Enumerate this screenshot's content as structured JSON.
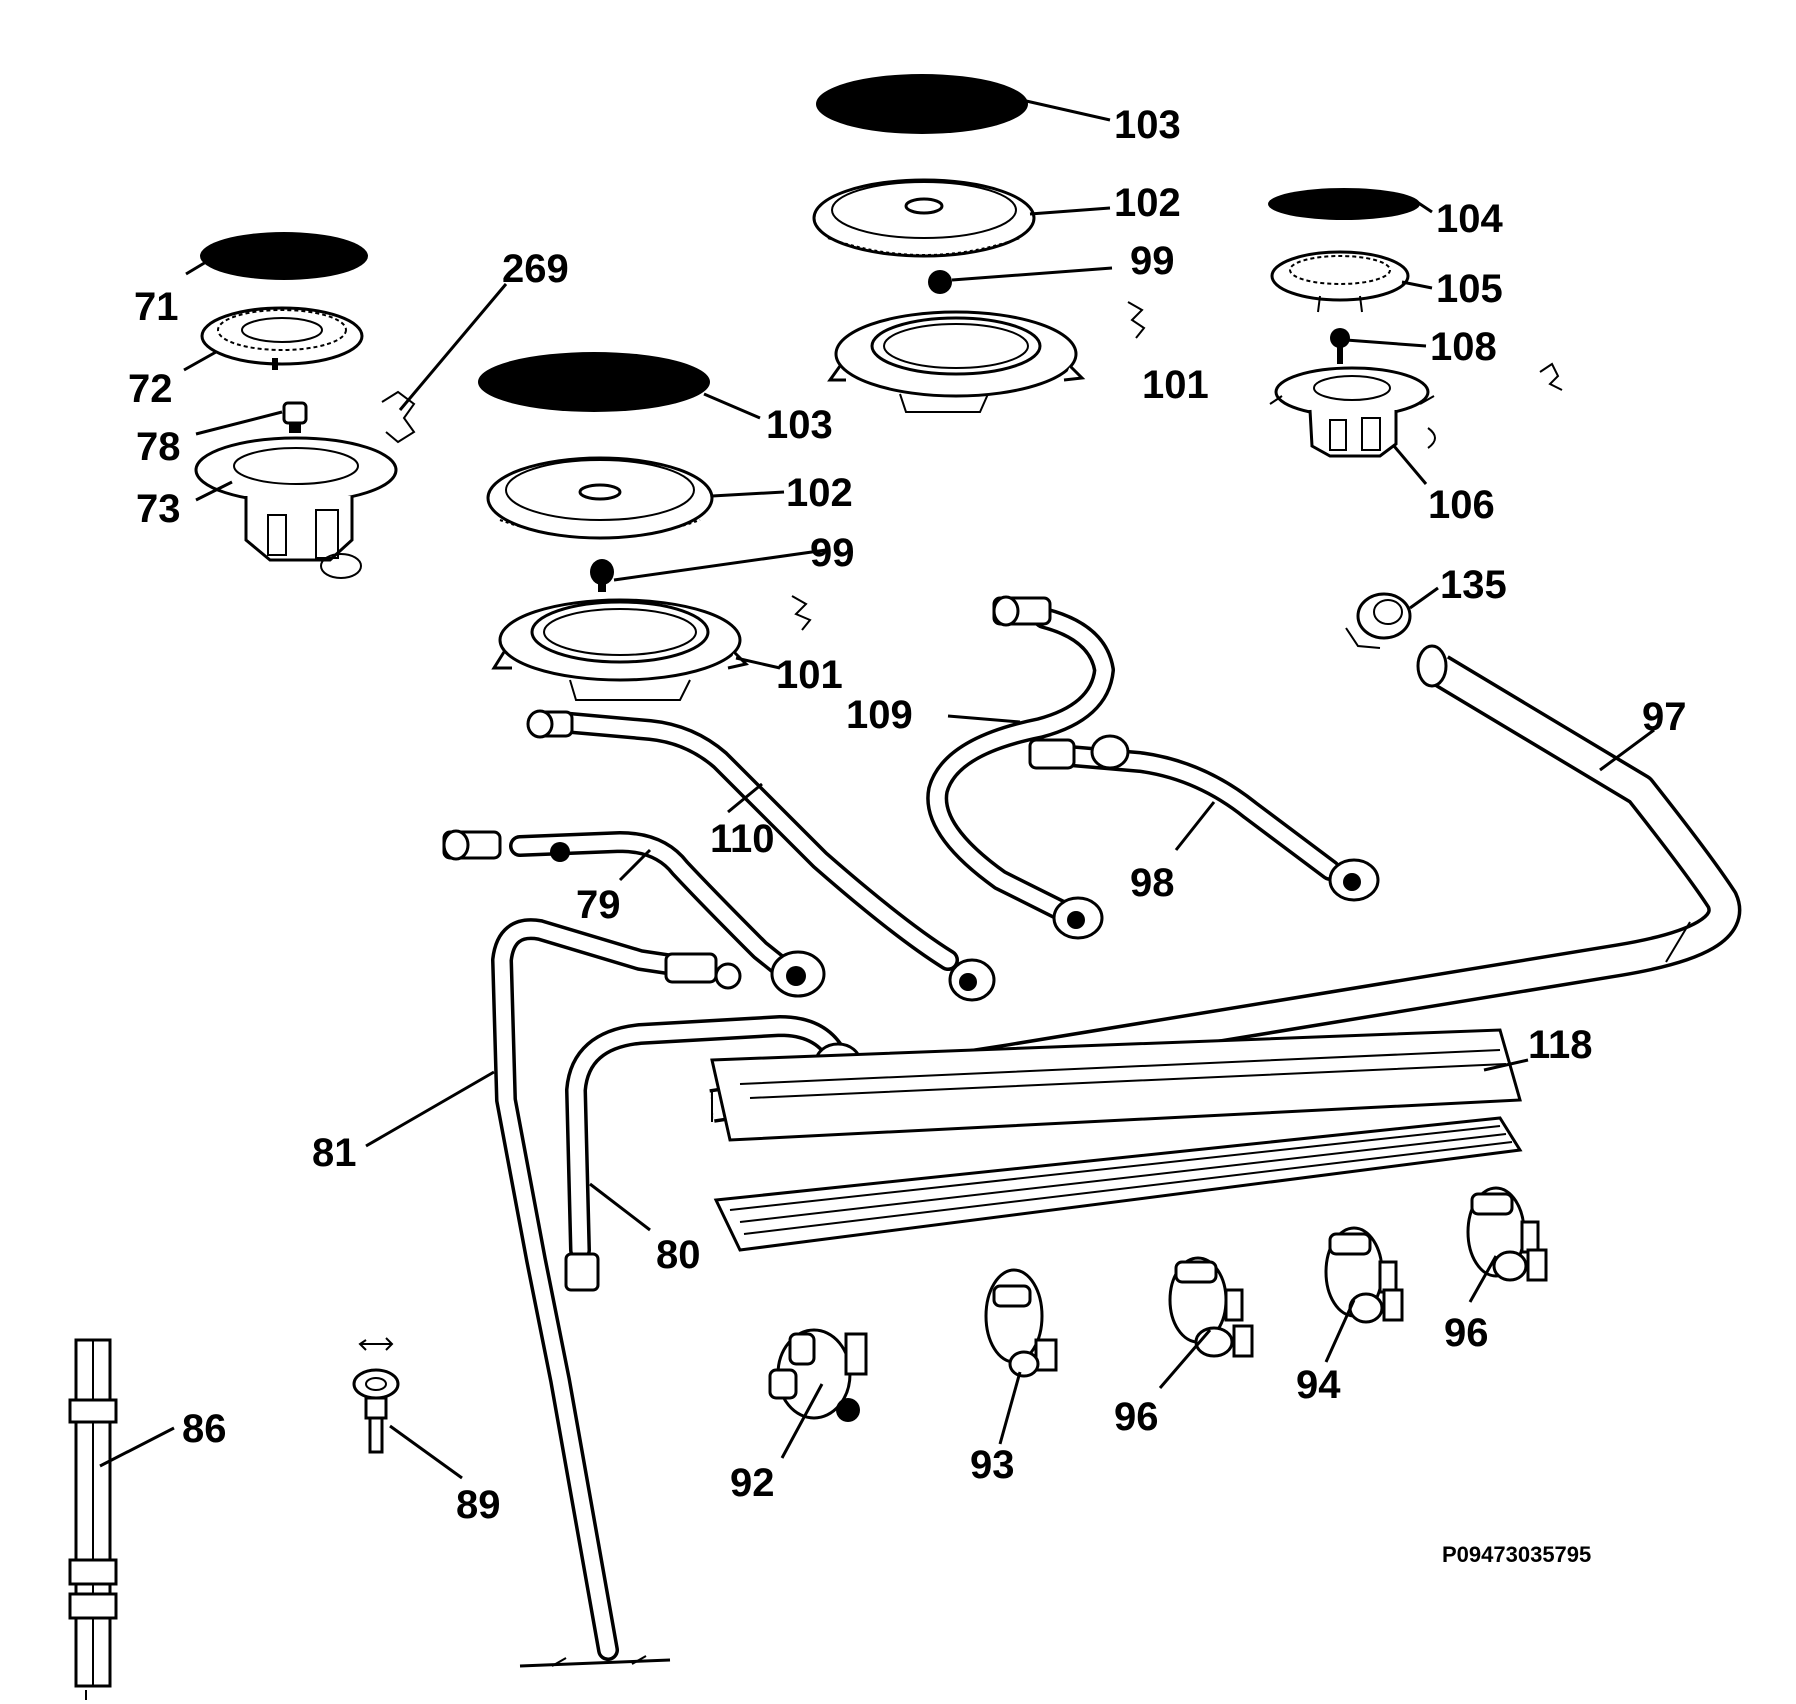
{
  "diagram": {
    "drawing_code": "P09473035795",
    "part_labels": [
      {
        "id": "l71",
        "text": "71"
      },
      {
        "id": "l72",
        "text": "72"
      },
      {
        "id": "l78",
        "text": "78"
      },
      {
        "id": "l73",
        "text": "73"
      },
      {
        "id": "l269",
        "text": "269"
      },
      {
        "id": "l103a",
        "text": "103"
      },
      {
        "id": "l102a",
        "text": "102"
      },
      {
        "id": "l99a",
        "text": "99"
      },
      {
        "id": "l101a",
        "text": "101"
      },
      {
        "id": "l103b",
        "text": "103"
      },
      {
        "id": "l102b",
        "text": "102"
      },
      {
        "id": "l99b",
        "text": "99"
      },
      {
        "id": "l101b",
        "text": "101"
      },
      {
        "id": "l104",
        "text": "104"
      },
      {
        "id": "l105",
        "text": "105"
      },
      {
        "id": "l108",
        "text": "108"
      },
      {
        "id": "l106",
        "text": "106"
      },
      {
        "id": "l135",
        "text": "135"
      },
      {
        "id": "l97",
        "text": "97"
      },
      {
        "id": "l109",
        "text": "109"
      },
      {
        "id": "l110",
        "text": "110"
      },
      {
        "id": "l98",
        "text": "98"
      },
      {
        "id": "l79",
        "text": "79"
      },
      {
        "id": "l81",
        "text": "81"
      },
      {
        "id": "l80",
        "text": "80"
      },
      {
        "id": "l118",
        "text": "118"
      },
      {
        "id": "l86",
        "text": "86"
      },
      {
        "id": "l89",
        "text": "89"
      },
      {
        "id": "l92",
        "text": "92"
      },
      {
        "id": "l93",
        "text": "93"
      },
      {
        "id": "l96a",
        "text": "96"
      },
      {
        "id": "l94",
        "text": "94"
      },
      {
        "id": "l96b",
        "text": "96"
      }
    ]
  }
}
